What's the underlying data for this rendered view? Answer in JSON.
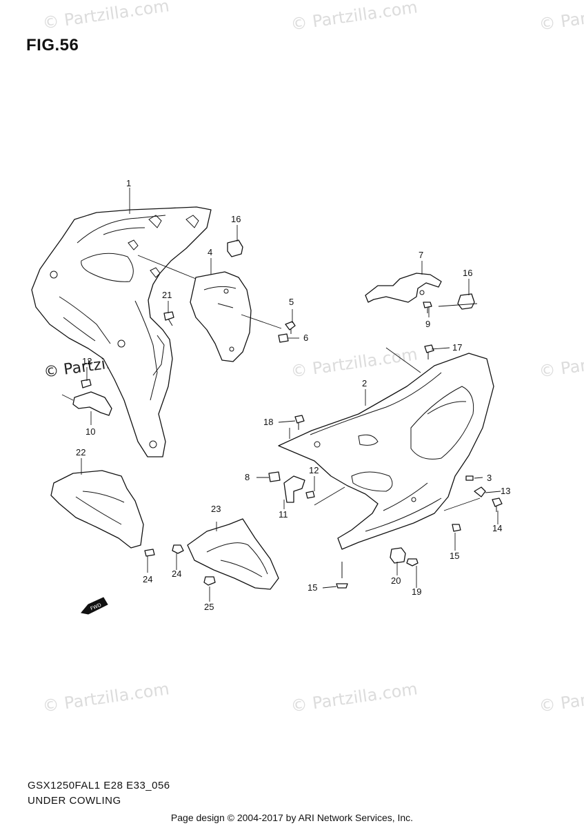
{
  "figure": {
    "label": "FIG.56"
  },
  "watermarks": [
    "© Partzilla.com",
    "© Partzilla.com",
    "© Partzilla.com",
    "© Partzilla.com",
    "© Partzilla.com",
    "© Partzilla.com",
    "© Partzilla.com",
    "© Partzilla.com",
    "© Partzilla.com"
  ],
  "watermark_dark": "© Partzilla.com",
  "callouts": {
    "c1": "1",
    "c2": "2",
    "c3": "3",
    "c4": "4",
    "c5": "5",
    "c6": "6",
    "c7": "7",
    "c8": "8",
    "c9": "9",
    "c10": "10",
    "c11": "11",
    "c12a": "12",
    "c12b": "12",
    "c13": "13",
    "c14": "14",
    "c15a": "15",
    "c15b": "15",
    "c16a": "16",
    "c16b": "16",
    "c17": "17",
    "c18": "18",
    "c19": "19",
    "c20": "20",
    "c21": "21",
    "c22": "22",
    "c23": "23",
    "c24a": "24",
    "c24b": "24",
    "c25": "25"
  },
  "fwd_label": "FWD",
  "footer": {
    "model_code": "GSX1250FAL1 E28 E33_056",
    "section_name": "UNDER COWLING",
    "credit": "Page design © 2004-2017 by ARI Network Services, Inc."
  }
}
